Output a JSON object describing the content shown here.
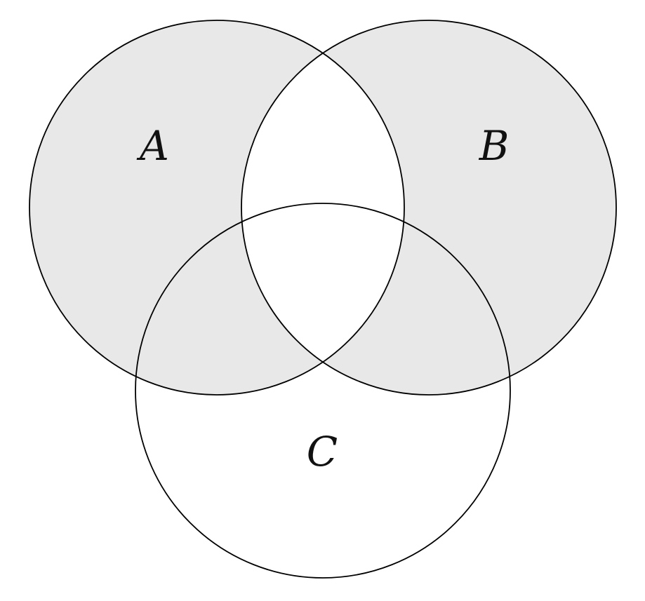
{
  "diagram": {
    "type": "venn-3-circles",
    "description": "Three-set Venn diagram; shaded region is the symmetric difference of A and B (A and B minus their intersection); set C and the central overlaps with both A and B are unshaded",
    "sets": [
      {
        "label": "A",
        "shaded": true
      },
      {
        "label": "B",
        "shaded": true
      },
      {
        "label": "C",
        "shaded": false
      }
    ],
    "shaded_expression": "(A ∪ B) \\ (A ∩ B)"
  },
  "labels": {
    "a": "A",
    "b": "B",
    "c": "C"
  },
  "colors": {
    "background": "#ffffff",
    "shaded_fill": "#e8e8e8",
    "stroke": "#000000",
    "label_color": "#111111"
  }
}
